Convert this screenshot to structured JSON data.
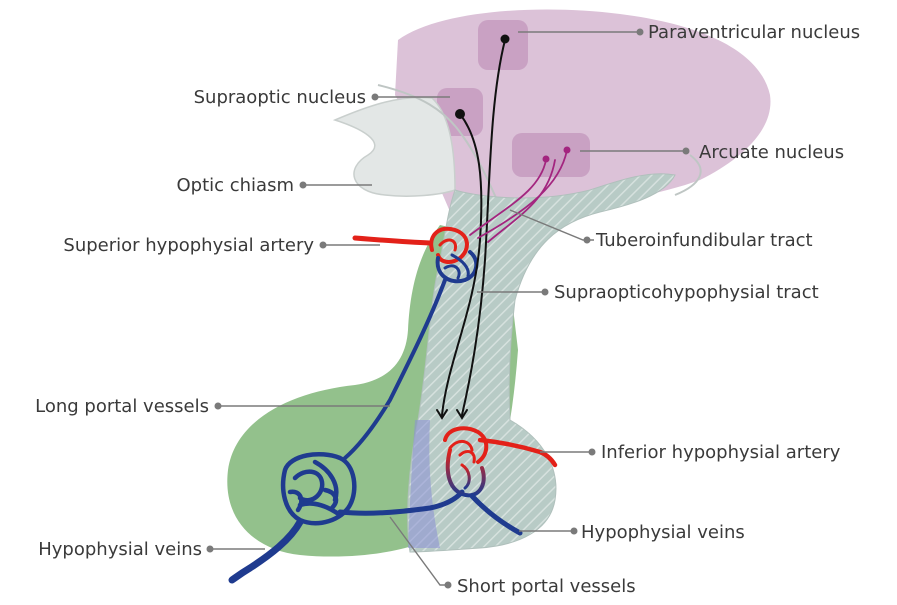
{
  "labels": {
    "paraventricular": "Paraventricular nucleus",
    "supraoptic": "Supraoptic nucleus",
    "arcuate": "Arcuate nucleus",
    "optic_chiasm": "Optic chiasm",
    "tuberoinfundibular": "Tuberoinfundibular tract",
    "superior_artery": "Superior hypophysial artery",
    "supraopticohypophysial": "Supraopticohypophysial tract",
    "long_portal": "Long portal vessels",
    "inferior_artery": "Inferior hypophysial artery",
    "hypophysial_veins_right": "Hypophysial veins",
    "hypophysial_veins_left": "Hypophysial veins",
    "short_portal": "Short portal vessels"
  },
  "colors": {
    "hypothalamus": "#dcc2d8",
    "nucleus": "#c69bbf",
    "optic_chiasm": "#e3e7e6",
    "anterior_lobe": "#93c18c",
    "posterior_lobe": "#b9cbc6",
    "artery": "#e32119",
    "vein": "#1f3b8f",
    "neuron": "#111111",
    "arcuate_neuron": "#a3257f"
  }
}
